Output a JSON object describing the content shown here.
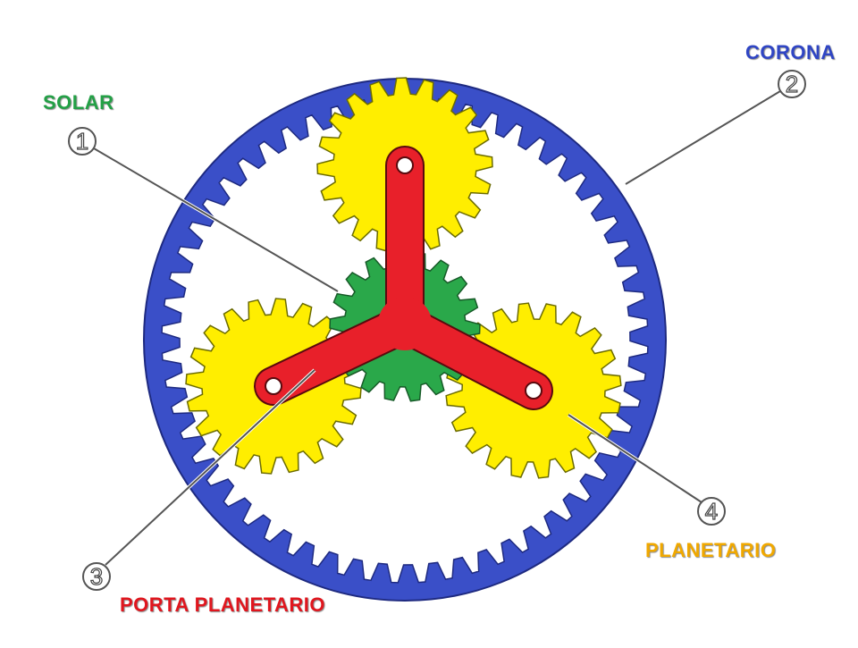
{
  "labels": {
    "solar": "SOLAR",
    "corona": "CORONA",
    "porta": "PORTA PLANETARIO",
    "planetario": "PLANETARIO"
  },
  "callouts": [
    "1",
    "2",
    "3",
    "4"
  ],
  "colors": {
    "ring": "#3a4fc8",
    "planet": "#ffee00",
    "sun": "#2aa84a",
    "carrier": "#e8202a",
    "solar_label": "#23a046",
    "corona_label": "#2f45c4",
    "porta_label": "#e0161e",
    "planetario_label": "#f0a800"
  }
}
